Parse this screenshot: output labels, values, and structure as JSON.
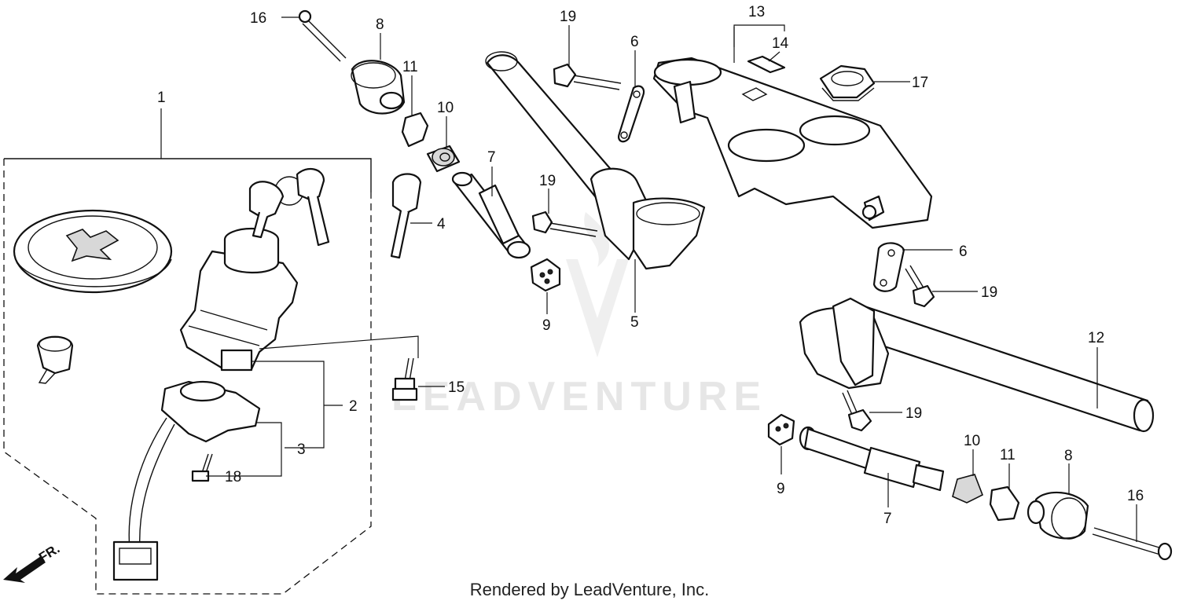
{
  "callouts": {
    "c1": "1",
    "c2": "2",
    "c3": "3",
    "c4": "4",
    "c5": "5",
    "c6a": "6",
    "c6b": "6",
    "c7a": "7",
    "c7b": "7",
    "c8a": "8",
    "c8b": "8",
    "c9a": "9",
    "c9b": "9",
    "c10a": "10",
    "c10b": "10",
    "c11a": "11",
    "c11b": "11",
    "c12": "12",
    "c13": "13",
    "c14": "14",
    "c15": "15",
    "c16a": "16",
    "c16b": "16",
    "c17": "17",
    "c18": "18",
    "c19a": "19",
    "c19b": "19",
    "c19c": "19",
    "c19d": "19"
  },
  "direction_label": "FR.",
  "watermark": "LEADVENTURE",
  "footer": "Rendered by LeadVenture, Inc."
}
